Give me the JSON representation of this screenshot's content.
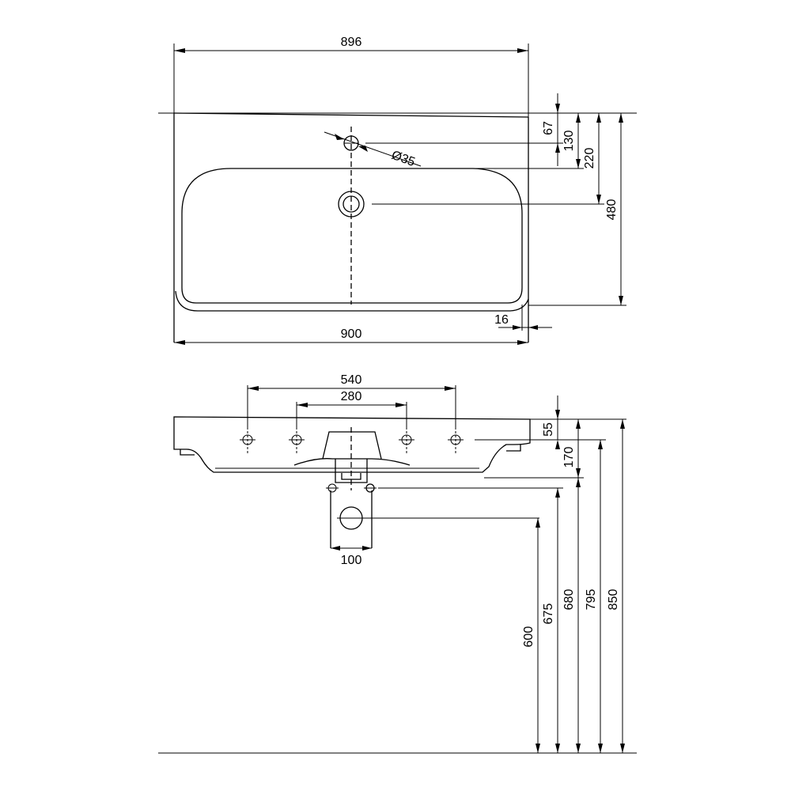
{
  "top_view": {
    "width_upper": "896",
    "width_lower": "900",
    "depth_tap": "67",
    "depth_bowl_edge": "130",
    "depth_waste": "220",
    "depth_total": "480",
    "tap_hole": "Ø35",
    "edge_offset": "16"
  },
  "front_view": {
    "fixing_outer": "540",
    "fixing_inner": "280",
    "rim_height": "55",
    "body_height": "170",
    "waste_width": "100",
    "height_600": "600",
    "height_675": "675",
    "height_680": "680",
    "height_795": "795",
    "height_850": "850"
  }
}
